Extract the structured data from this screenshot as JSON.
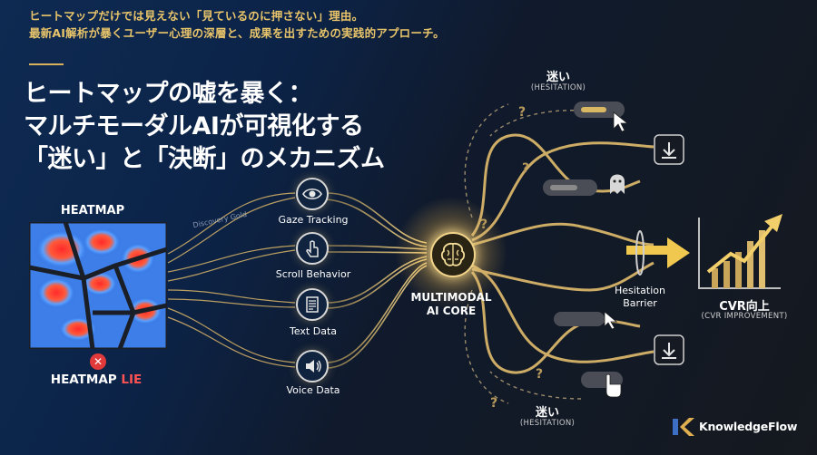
{
  "kicker": {
    "line1": "ヒートマップだけでは見えない「見ているのに押さない」理由。",
    "line2": "最新AI解析が暴くユーザー心理の深層と、成果を出すための実践的アプローチ。"
  },
  "headline": {
    "line1": "ヒートマップの嘘を暴く：",
    "line2": "マルチモーダルAIが可視化する",
    "line3": "「迷い」と「決断」のメカニズム"
  },
  "heatmap": {
    "title": "HEATMAP",
    "lie_prefix": "HEATMAP ",
    "lie_word": "LIE"
  },
  "sources": [
    {
      "label": "Gaze Tracking",
      "icon": "eye-icon"
    },
    {
      "label": "Scroll Behavior",
      "icon": "pointer-hand-icon"
    },
    {
      "label": "Text Data",
      "icon": "document-icon"
    },
    {
      "label": "Voice Data",
      "icon": "speaker-icon"
    }
  ],
  "core": {
    "line1": "MULTIMODAL",
    "line2": "AI CORE",
    "icon": "brain-icon"
  },
  "hesitation_top": {
    "jp": "迷い",
    "en": "(HESITATION)"
  },
  "hesitation_bottom": {
    "jp": "迷い",
    "en": "(HESITATION)"
  },
  "barrier": {
    "line1": "Hesitation",
    "line2": "Barrier"
  },
  "cvr": {
    "jp": "CVR向上",
    "en": "(CVR IMPROVEMENT)",
    "icon": "rising-chart-icon"
  },
  "brand": {
    "name": "KnowledgeFlow",
    "icon": "knowledgeflow-logo-icon"
  },
  "flow_annotations": {
    "discovery": "Discovery Gold"
  },
  "colors": {
    "gold": "#e8c46a",
    "navy": "#0e2a52",
    "lie_red": "#ff5252",
    "dark": "#15191f"
  }
}
